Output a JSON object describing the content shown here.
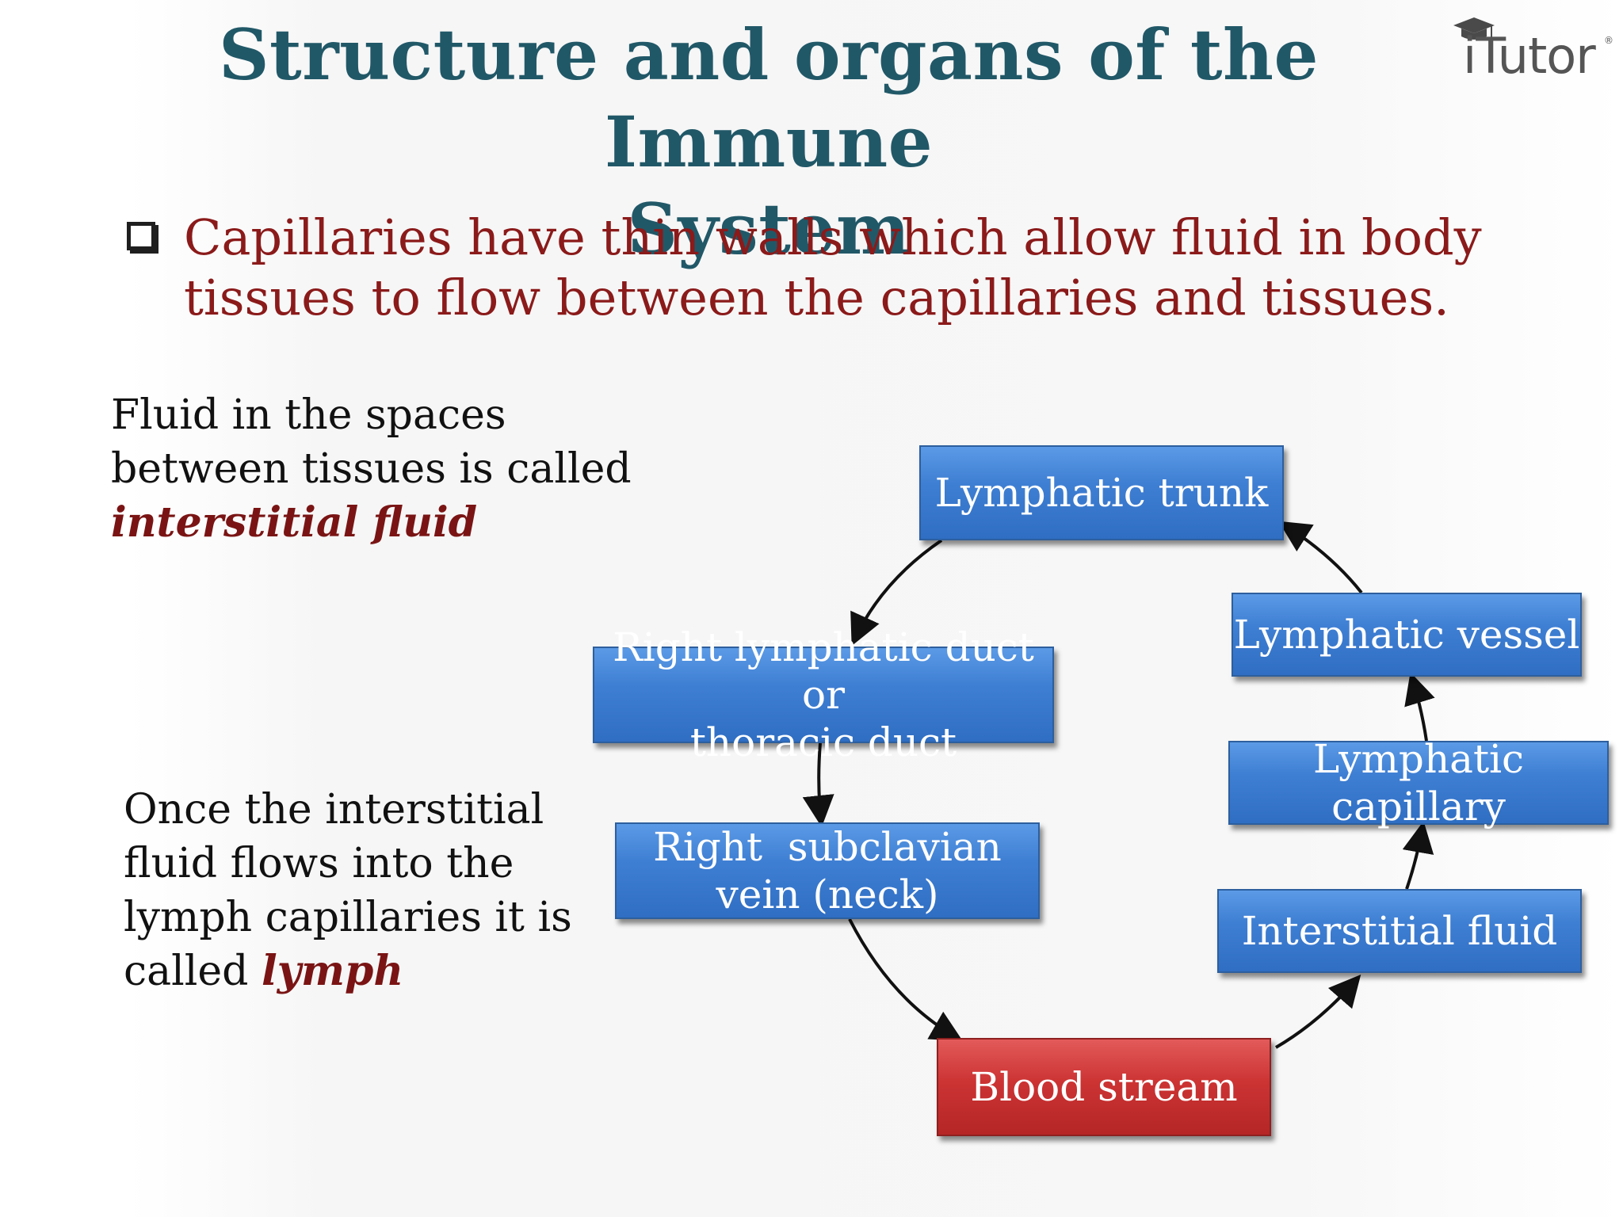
{
  "title": {
    "line1": "Structure and organs of the Immune",
    "line2": "System"
  },
  "logo": {
    "text": "iTutor",
    "mark": "®",
    "icon": "graduation-cap-icon"
  },
  "bullet": {
    "line1": "Capillaries have thin walls which allow fluid in body",
    "line2": "tissues to flow between the capillaries and tissues."
  },
  "note1": {
    "line1": "Fluid in the spaces",
    "line2": "between tissues is called",
    "emphasis": "interstitial fluid"
  },
  "note2": {
    "line1": "Once the  interstitial",
    "line2": "fluid flows into the",
    "line3": "lymph capillaries it is",
    "line4_prefix": "called ",
    "emphasis": "lymph"
  },
  "diagram": {
    "nodes": {
      "lymphatic_trunk": "Lymphatic trunk",
      "lymphatic_vessel": "Lymphatic vessel",
      "lymphatic_capillary": "Lymphatic capillary",
      "interstitial_fluid": "Interstitial fluid",
      "blood_stream": "Blood stream",
      "subclavian_line1": "Right  subclavian",
      "subclavian_line2": "vein (neck)",
      "duct_line1": "Right lymphatic duct or",
      "duct_line2": "thoracic duct"
    }
  },
  "colors": {
    "title": "#215868",
    "bullet": "#8b1a1a",
    "emphasis": "#7a1414",
    "node_blue": "#3f7fd3",
    "node_red": "#cc3333"
  }
}
